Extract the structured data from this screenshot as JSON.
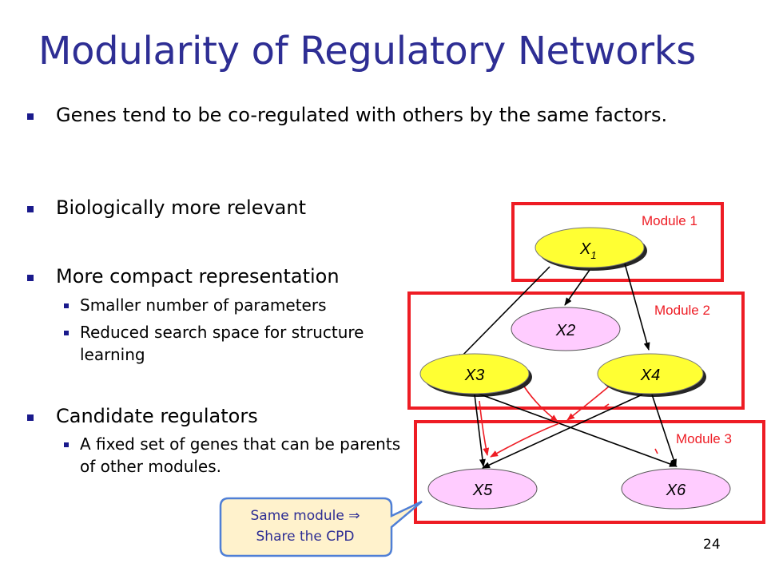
{
  "title": "Modularity of Regulatory Networks",
  "bullets": {
    "b1": "Genes tend to be co-regulated with others by the same factors.",
    "b2": "Biologically more relevant",
    "b3": "More compact representation",
    "b3_sub1": "Smaller number of parameters",
    "b3_sub2": "Reduced search space for structure learning",
    "b4": "Candidate regulators",
    "b4_sub1": "A fixed set of genes that can be parents of other modules."
  },
  "diagram": {
    "modules": {
      "m1": "Module 1",
      "m2": "Module 2",
      "m3": "Module 3"
    },
    "nodes": {
      "x1": "X",
      "x1_sub": "1",
      "x2": "X2",
      "x3": "X3",
      "x4": "X4",
      "x5": "X5",
      "x6": "X6"
    },
    "callout_line1": "Same module ⇒",
    "callout_line2": "Share the CPD"
  },
  "colors": {
    "title": "#2e2e94",
    "module_border": "#ee1c24",
    "yellow_node": "#ffff33",
    "pink_node": "#ffccff",
    "bullet": "#1a1a8c",
    "callout_fill": "#fff2cc",
    "callout_border": "#4f7fd6"
  },
  "page_number": "24"
}
